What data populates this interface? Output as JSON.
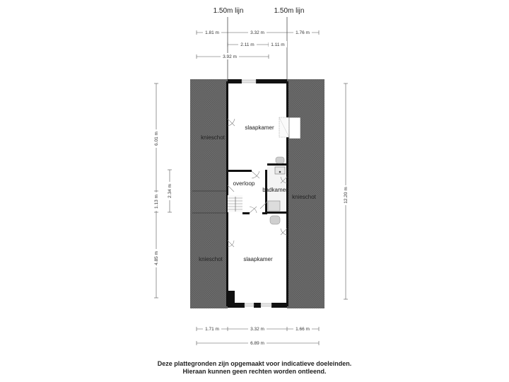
{
  "lines": {
    "left": "1.50m  lijn",
    "right": "1.50m  lijn"
  },
  "dims_top": {
    "row1": [
      "1.81 m",
      "3.32 m",
      "1.76 m"
    ],
    "row2": [
      "2.11 m",
      "1.11 m"
    ],
    "row3": "3.92 m"
  },
  "dims_left": {
    "outer": [
      "6.01 m",
      "1.13 m",
      "4.85 m"
    ],
    "inner": "2.34 m"
  },
  "dims_right": "12.20 m",
  "dims_bottom": {
    "row1": [
      "1.71 m",
      "3.32 m",
      "1.66 m"
    ],
    "row2": "6.89 m"
  },
  "rooms": {
    "knieschot_top_left": "knieschot",
    "slaapkamer_top": "slaapkamer",
    "overloop": "overloop",
    "badkamer": "badkamer",
    "knieschot_right": "knieschot",
    "knieschot_bottom_left": "knieschot",
    "slaapkamer_bottom": "slaapkamer"
  },
  "disclaimer": {
    "line1": "Deze plattegronden zijn opgemaakt voor indicatieve doeleinden.",
    "line2": "Hieraan kunnen geen rechten worden ontleend."
  }
}
